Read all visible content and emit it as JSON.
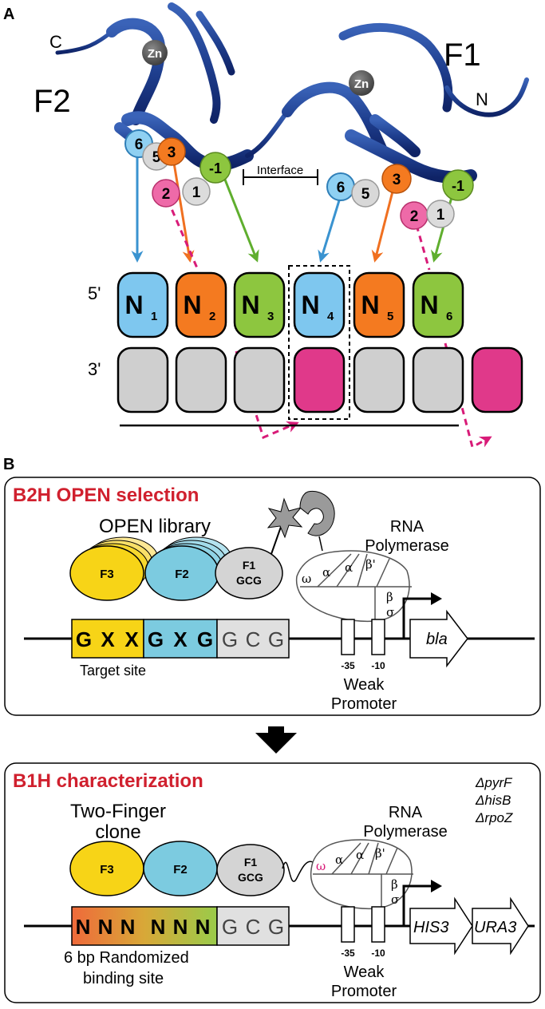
{
  "panel_a": {
    "label": "A",
    "finger_f2": "F2",
    "finger_f1": "F1",
    "c_term": "C",
    "n_term": "N",
    "zn": "Zn",
    "interface": "Interface",
    "five_prime": "5'",
    "three_prime": "3'",
    "f2_positions": [
      "6",
      "5",
      "3",
      "2",
      "1",
      "-1"
    ],
    "f1_positions": [
      "6",
      "5",
      "3",
      "2",
      "1",
      "-1"
    ],
    "bases": [
      {
        "n": "N",
        "sub": "1",
        "color": "#7ec7ef"
      },
      {
        "n": "N",
        "sub": "2",
        "color": "#f47a20"
      },
      {
        "n": "N",
        "sub": "3",
        "color": "#8dc63f"
      },
      {
        "n": "N",
        "sub": "4",
        "color": "#7ec7ef"
      },
      {
        "n": "N",
        "sub": "5",
        "color": "#f47a20"
      },
      {
        "n": "N",
        "sub": "6",
        "color": "#8dc63f"
      }
    ]
  },
  "panel_b": {
    "label": "B",
    "b2h": {
      "title": "B2H OPEN selection",
      "library": "OPEN library",
      "f3": "F3",
      "f2": "F2",
      "f1": "F1",
      "f1_sub": "GCG",
      "rnap_1": "RNA",
      "rnap_2": "Polymerase",
      "subunits": [
        "ω",
        "α",
        "α",
        "β'",
        "β",
        "σ"
      ],
      "target": [
        "G",
        "X",
        "X",
        "G",
        "X",
        "G",
        "G",
        "C",
        "G"
      ],
      "target_caption": "Target site",
      "m35": "-35",
      "m10": "-10",
      "weak_1": "Weak",
      "weak_2": "Promoter",
      "gene": "bla"
    },
    "b1h": {
      "title": "B1H characterization",
      "clone_1": "Two-Finger",
      "clone_2": "clone",
      "f3": "F3",
      "f2": "F2",
      "f1": "F1",
      "f1_sub": "GCG",
      "rnap_1": "RNA",
      "rnap_2": "Polymerase",
      "subunits": [
        "ω",
        "α",
        "α",
        "β'",
        "β",
        "σ"
      ],
      "site": [
        "N",
        "N",
        "N",
        "N",
        "N",
        "N",
        "G",
        "C",
        "G"
      ],
      "site_caption_1": "6 bp Randomized",
      "site_caption_2": "binding site",
      "m35": "-35",
      "m10": "-10",
      "weak_1": "Weak",
      "weak_2": "Promoter",
      "gene_1": "HIS3",
      "gene_2": "URA3",
      "deletions": [
        "ΔpyrF",
        "ΔhisB",
        "ΔrpoZ"
      ]
    }
  },
  "colors": {
    "ribbon": "#1f3f8f",
    "blue": "#6ec0ee",
    "orange": "#f47a20",
    "green": "#8dc63f",
    "pink": "#e0398a",
    "gray": "#cfcfcf",
    "yellow": "#f7d417",
    "cyan": "#7ccbe0",
    "red_title": "#d0202e"
  }
}
